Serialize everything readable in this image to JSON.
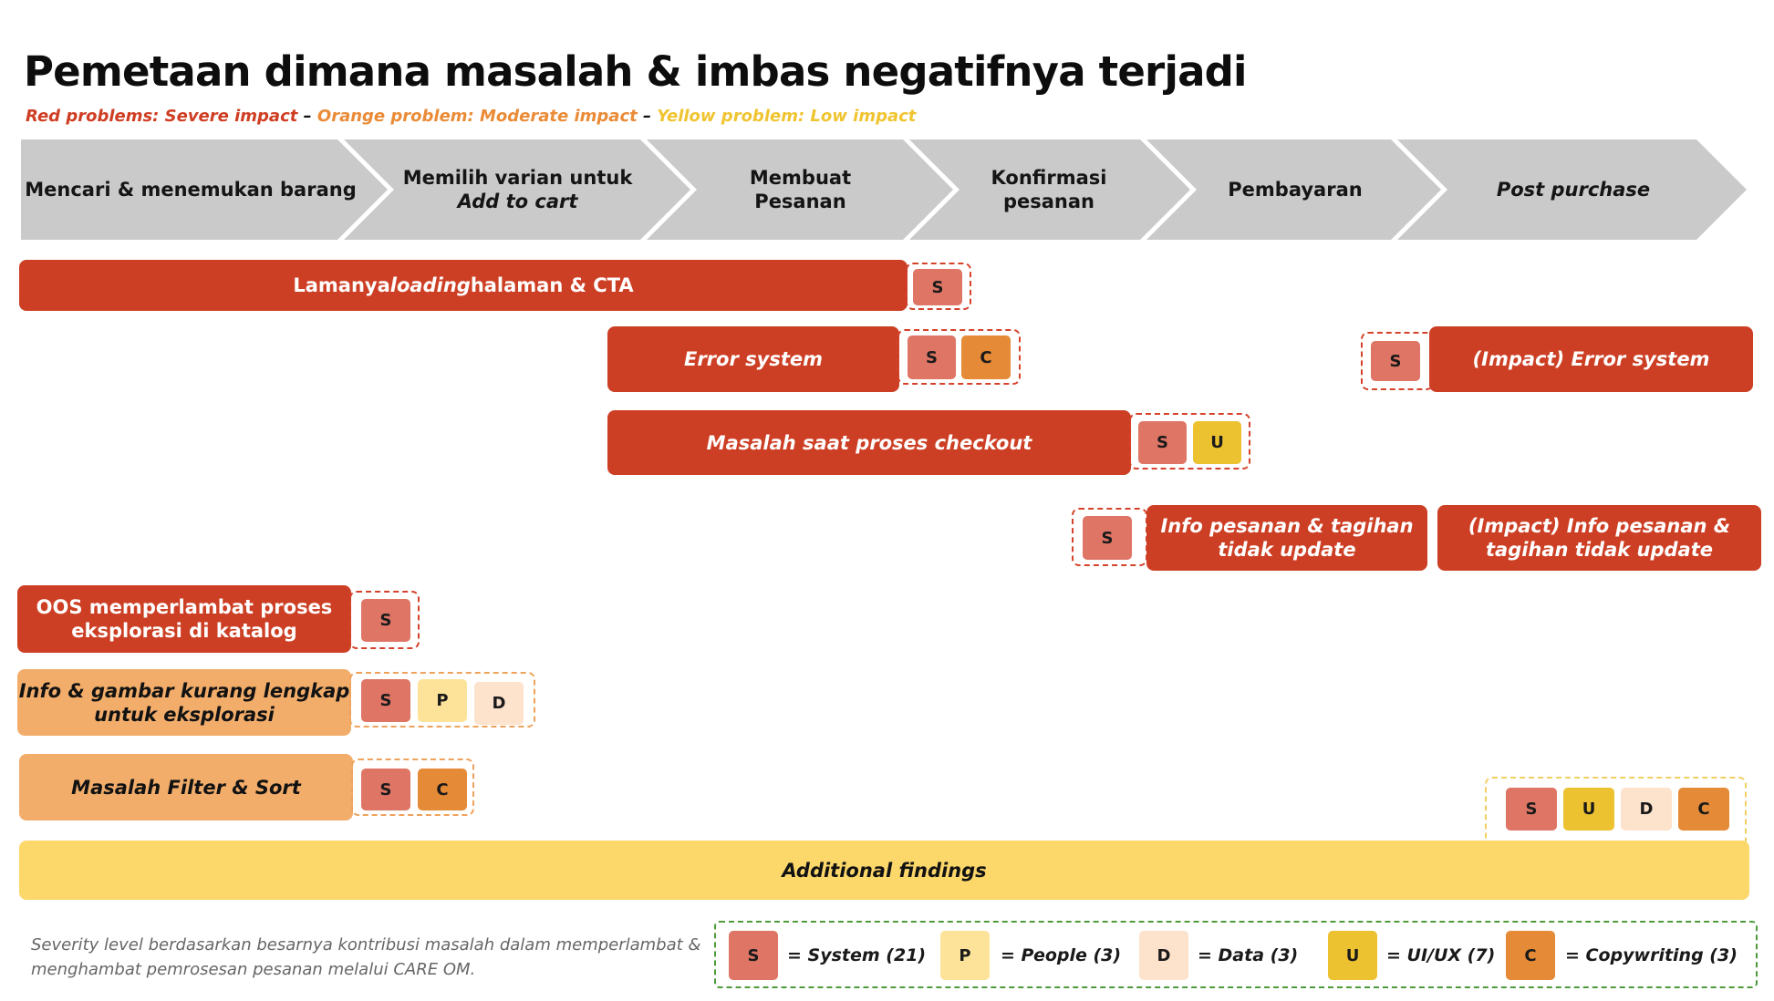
{
  "title": "Pemetaan dimana masalah & imbas negatifnya terjadi",
  "subtitle": {
    "red": "Red problems: Severe impact",
    "sep1": " – ",
    "orange": "Orange problem: Moderate impact",
    "sep2": " – ",
    "yellow": "Yellow problem: Low impact"
  },
  "colors": {
    "stage_gray": "#cacaca",
    "severe_red": "#cd3f24",
    "moderate_orange": "#f3ad6b",
    "low_yellow": "#fcd76a"
  },
  "stages": [
    {
      "line1": "Mencari & menemukan barang",
      "line2": ""
    },
    {
      "line1": "Memilih varian untuk",
      "line2": "Add to cart"
    },
    {
      "line1": "Membuat",
      "line2": "Pesanan"
    },
    {
      "line1": "Konfirmasi",
      "line2": "pesanan"
    },
    {
      "line1": "Pembayaran",
      "line2": ""
    },
    {
      "line1": "Post purchase",
      "line2": ""
    }
  ],
  "problems": {
    "loading": {
      "pre": "Lamanya ",
      "em": "loading",
      "post": " halaman & CTA",
      "tags": [
        "S"
      ]
    },
    "error_system": {
      "label": "Error system",
      "tags": [
        "S",
        "C"
      ]
    },
    "impact_error_system": {
      "label": "(Impact) Error system",
      "tags": [
        "S"
      ]
    },
    "checkout": {
      "label": "Masalah saat proses checkout",
      "tags": [
        "S",
        "U"
      ]
    },
    "info_pesanan": {
      "line1": "Info pesanan & tagihan",
      "line2": "tidak update",
      "tags": [
        "S"
      ]
    },
    "impact_info_pesanan": {
      "line1": "(Impact) Info pesanan &",
      "line2": "tagihan tidak update"
    },
    "oos": {
      "line1": "OOS memperlambat proses",
      "line2": "eksplorasi di katalog",
      "tags": [
        "S"
      ]
    },
    "info_gambar": {
      "line1": "Info & gambar kurang lengkap",
      "line2": "untuk eksplorasi",
      "tags": [
        "S",
        "P",
        "D"
      ]
    },
    "filter_sort": {
      "label": "Masalah Filter & Sort",
      "tags": [
        "S",
        "C"
      ]
    },
    "additional": {
      "label": "Additional findings",
      "tags": [
        "S",
        "U",
        "D",
        "C"
      ]
    }
  },
  "footnote": {
    "line1": "Severity level berdasarkan besarnya kontribusi masalah dalam memperlambat &",
    "line2": "menghambat pemrosesan pesanan melalui CARE OM."
  },
  "legend": [
    {
      "tag": "S",
      "label": "= System (21)"
    },
    {
      "tag": "P",
      "label": "= People (3)"
    },
    {
      "tag": "D",
      "label": "= Data (3)"
    },
    {
      "tag": "U",
      "label": "= UI/UX (7)"
    },
    {
      "tag": "C",
      "label": "= Copywriting (3)"
    }
  ]
}
